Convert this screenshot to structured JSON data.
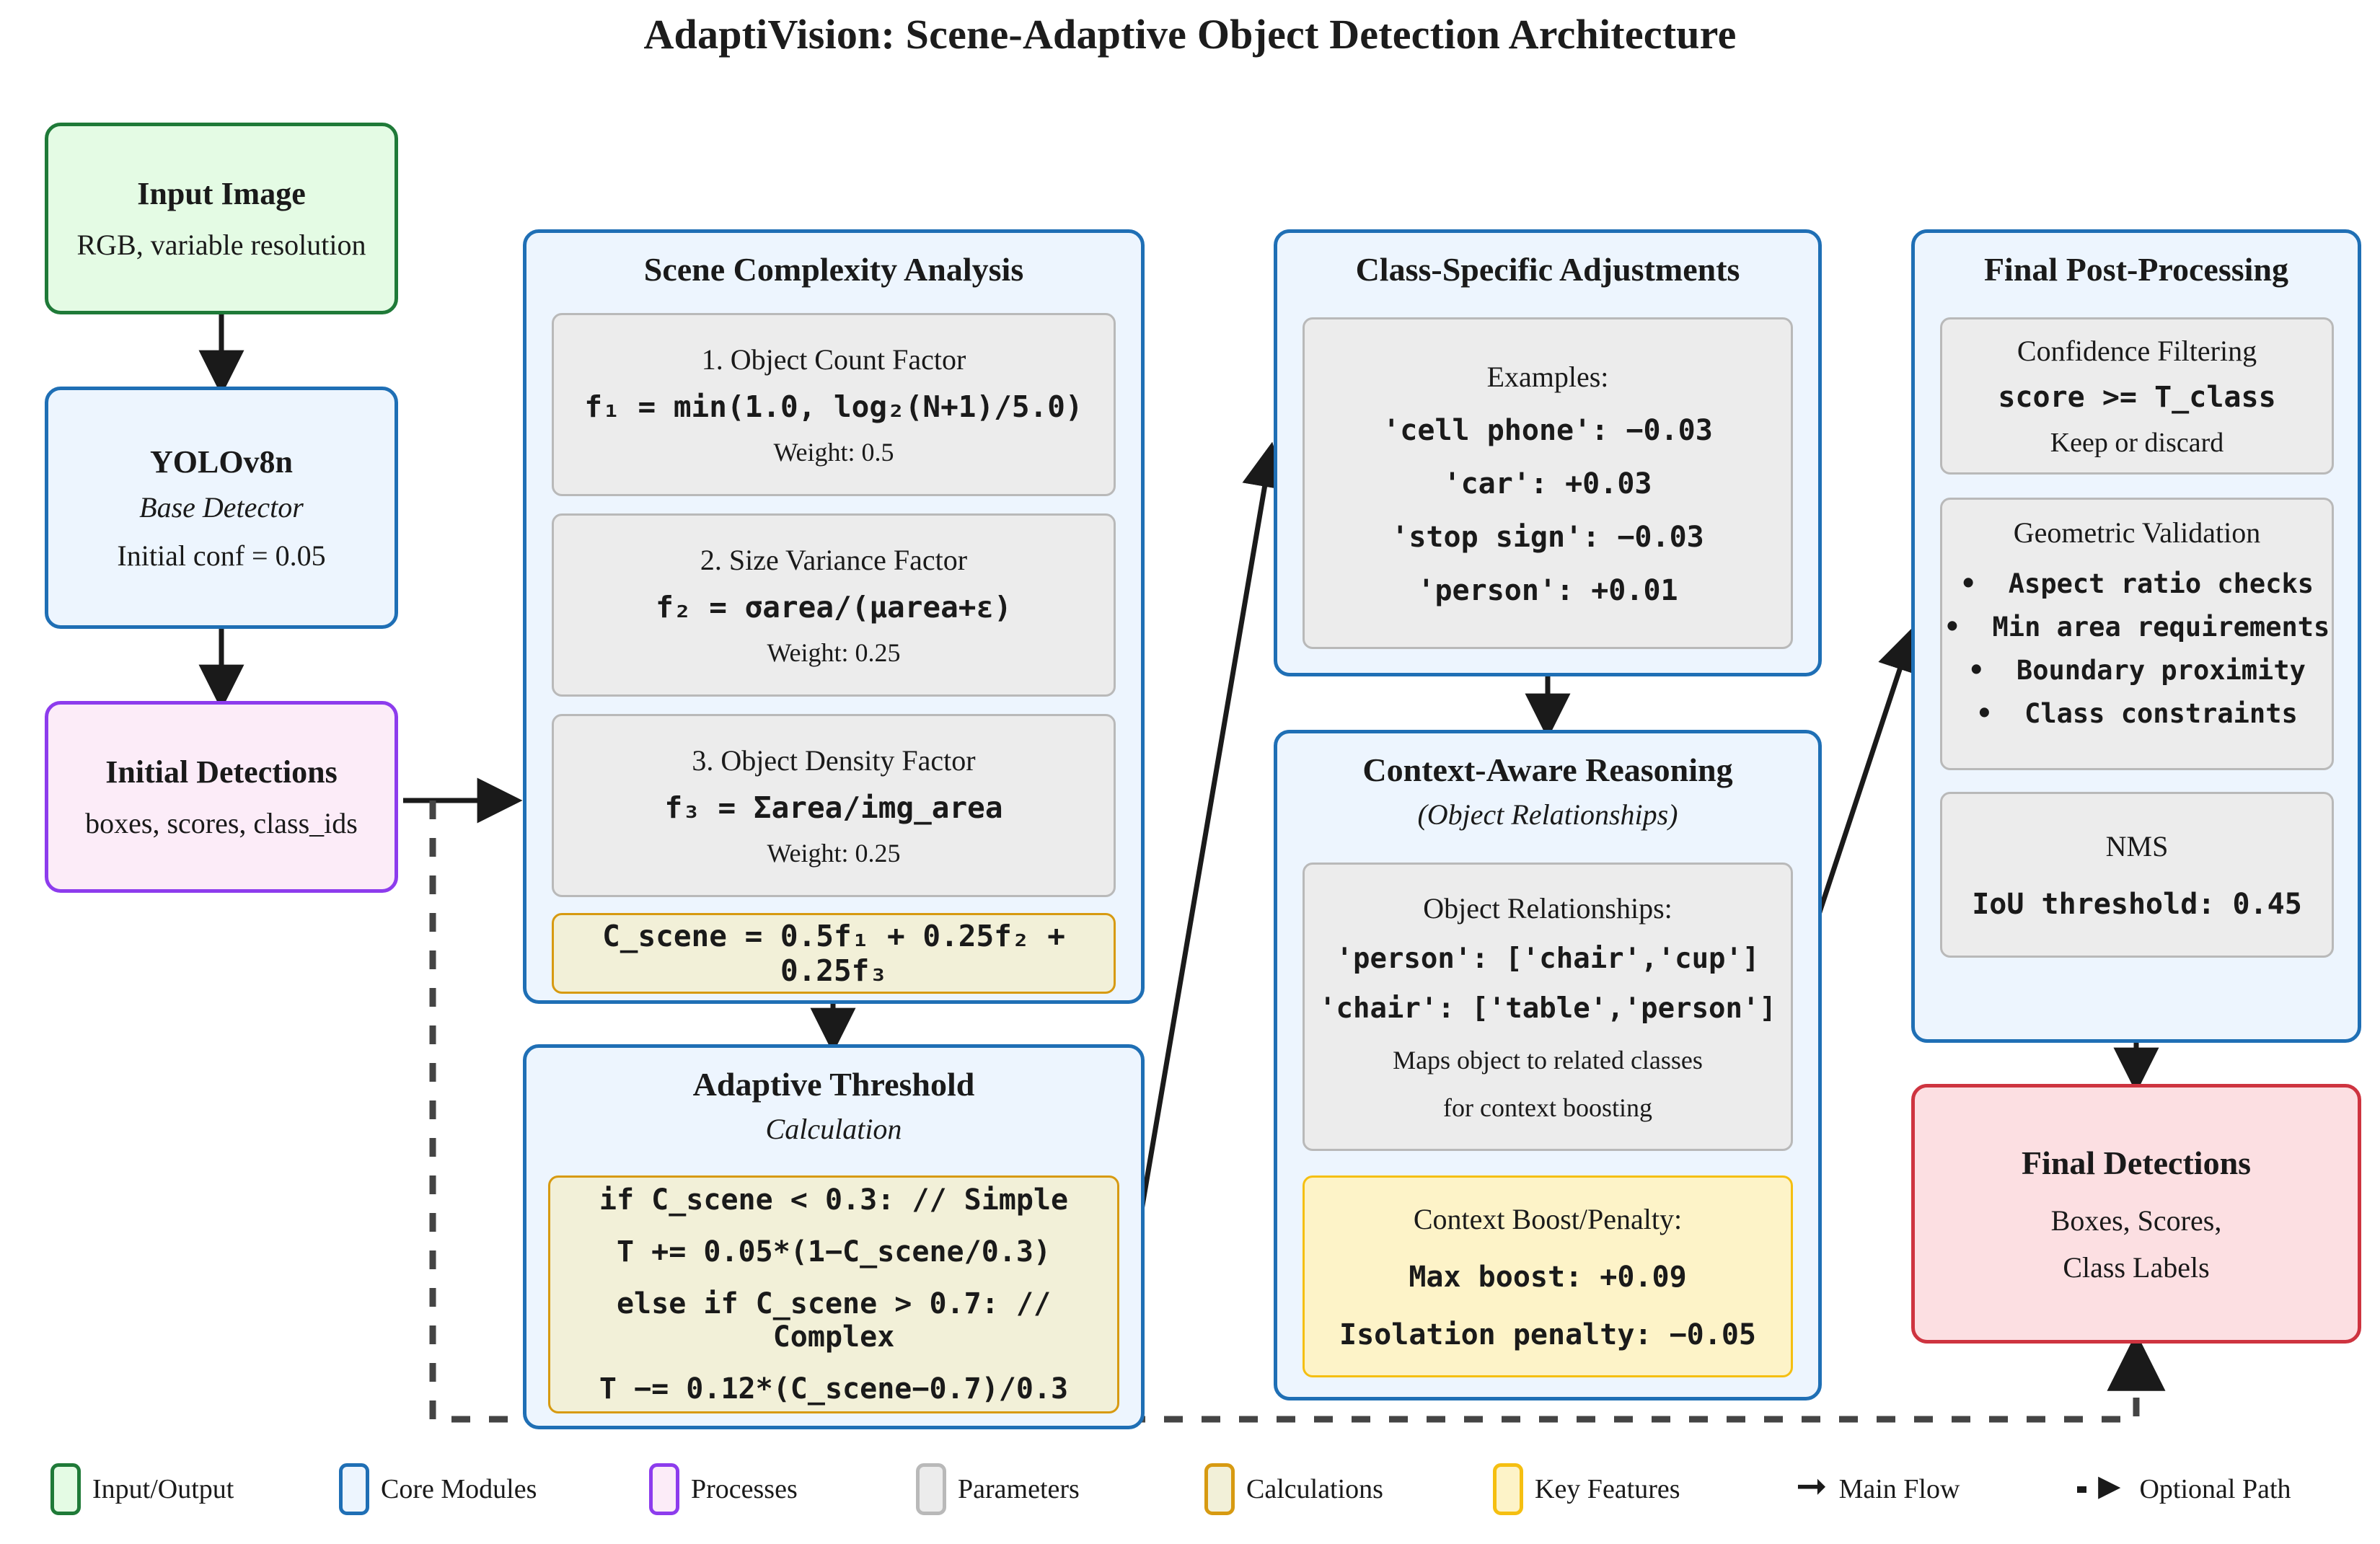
{
  "title": "AdaptiVision: Scene-Adaptive Object Detection Architecture",
  "nodes": {
    "input_image": {
      "title": "Input Image",
      "line1": "RGB, variable resolution"
    },
    "yolo": {
      "title": "YOLOv8n",
      "subtitle": "Base Detector",
      "line1": "Initial conf = 0.05"
    },
    "initial_det": {
      "title": "Initial Detections",
      "line1": "boxes, scores, class_ids"
    },
    "scene_complexity": {
      "title": "Scene Complexity Analysis"
    },
    "adaptive_thr": {
      "title": "Adaptive Threshold",
      "subtitle": "Calculation"
    },
    "class_adjust": {
      "title": "Class-Specific Adjustments"
    },
    "context_reason": {
      "title": "Context-Aware Reasoning",
      "subtitle": "(Object Relationships)"
    },
    "post_process": {
      "title": "Final Post-Processing"
    },
    "final_det": {
      "title": "Final Detections",
      "line1": "Boxes, Scores,",
      "line2": "Class Labels"
    }
  },
  "panels": {
    "factor1": {
      "heading": "1. Object Count Factor",
      "formula": "f₁ = min(1.0, log₂(N+1)/5.0)",
      "weight": "Weight: 0.5"
    },
    "factor2": {
      "heading": "2. Size Variance Factor",
      "formula": "f₂ = σarea/(μarea+ε)",
      "weight": "Weight: 0.25"
    },
    "factor3": {
      "heading": "3. Object Density Factor",
      "formula": "f₃ = Σarea/img_area",
      "weight": "Weight: 0.25"
    },
    "c_scene": {
      "formula": "C_scene = 0.5f₁ + 0.25f₂ + 0.25f₃"
    },
    "threshold_code": {
      "l1": "if C_scene < 0.3: // Simple",
      "l2": "T += 0.05*(1−C_scene/0.3)",
      "l3": "else if C_scene > 0.7: // Complex",
      "l4": "T −= 0.12*(C_scene−0.7)/0.3"
    },
    "class_examples": {
      "heading": "Examples:",
      "rows": [
        "'cell phone': −0.03",
        "'car': +0.03",
        "'stop sign': −0.03",
        "'person': +0.01"
      ]
    },
    "object_relationships": {
      "heading": "Object Relationships:",
      "rows": [
        "'person': ['chair','cup']",
        "'chair': ['table','person']"
      ],
      "note1": "Maps object to related classes",
      "note2": "for context boosting"
    },
    "context_boost": {
      "heading": "Context Boost/Penalty:",
      "l1": "Max boost: +0.09",
      "l2": "Isolation penalty: −0.05"
    },
    "confidence_filtering": {
      "heading": "Confidence Filtering",
      "formula": "score >= T_class",
      "note": "Keep or discard"
    },
    "geometric_validation": {
      "heading": "Geometric Validation",
      "items": [
        "Aspect ratio checks",
        "Min area requirements",
        "Boundary proximity",
        "Class constraints"
      ]
    },
    "nms": {
      "heading": "NMS",
      "formula": "IoU threshold: 0.45"
    }
  },
  "legend": {
    "items": [
      {
        "label": "Input/Output",
        "fill": "#e4fbe4",
        "stroke": "#1f7a38"
      },
      {
        "label": "Core Modules",
        "fill": "#edf5fe",
        "stroke": "#1f6fb5"
      },
      {
        "label": "Processes",
        "fill": "#fcecf8",
        "stroke": "#8d3ced"
      },
      {
        "label": "Parameters",
        "fill": "#ececec",
        "stroke": "#b9b9b9"
      },
      {
        "label": "Calculations",
        "fill": "#f2f0d8",
        "stroke": "#d79a11"
      },
      {
        "label": "Key Features",
        "fill": "#fdf3c8",
        "stroke": "#f5bf11"
      }
    ],
    "main_flow": "Main Flow",
    "optional_path": "Optional Path"
  },
  "colors": {
    "edge": "#1a1a1a",
    "dashed_edge": "#444444",
    "title": "#1c1c1c"
  }
}
